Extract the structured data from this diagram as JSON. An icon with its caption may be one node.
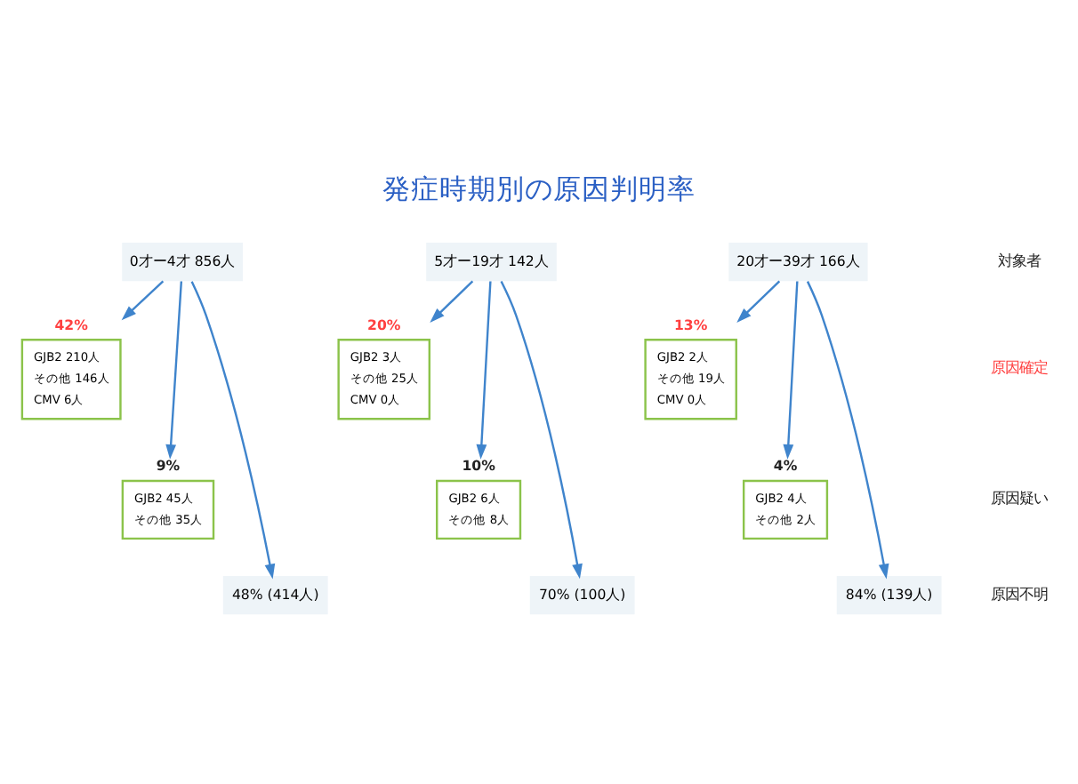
{
  "diagram": {
    "title": "発症時期別の原因判明率",
    "nodes": [
      {
        "text": [
          "0才ー4才 856人"
        ]
      },
      {
        "text": [
          "5才ー19才 142人"
        ]
      },
      {
        "text": [
          "20才ー39才 166人"
        ]
      },
      {
        "text": [
          "GJB2 210人",
          "その他 146人",
          "CMV 6人"
        ],
        "beside": [
          "42%"
        ]
      },
      {
        "text": [
          "GJB2 3人",
          "その他 25人",
          "CMV 0人"
        ],
        "beside": [
          "20%"
        ]
      },
      {
        "text": [
          "GJB2 2人",
          "その他 19人",
          "CMV 0人"
        ],
        "beside": [
          "13%"
        ]
      },
      {
        "text": [
          "GJB2 45人",
          "その他 35人"
        ],
        "beside": [
          "9%"
        ]
      },
      {
        "text": [
          "GJB2 6人",
          "その他 8人"
        ],
        "beside": [
          "10%"
        ]
      },
      {
        "text": [
          "GJB2 4人",
          "その他 2人"
        ],
        "beside": [
          "4%"
        ]
      },
      {
        "text": [
          "48% (414人)"
        ]
      },
      {
        "text": [
          "70% (100人)"
        ]
      },
      {
        "text": [
          "84% (139人)"
        ]
      }
    ],
    "edges": [
      {
        "from": 0,
        "to": 3,
        "arrow": "to"
      },
      {
        "from": 0,
        "to": 6,
        "arrow": "to"
      },
      {
        "from": 0,
        "to": 9,
        "arrow": "to"
      },
      {
        "from": 1,
        "to": 4,
        "arrow": "to"
      },
      {
        "from": 1,
        "to": 7,
        "arrow": "to"
      },
      {
        "from": 1,
        "to": 10,
        "arrow": "to"
      },
      {
        "from": 2,
        "to": 5,
        "arrow": "to"
      },
      {
        "from": 2,
        "to": 8,
        "arrow": "to"
      },
      {
        "from": 2,
        "to": 11,
        "arrow": "to"
      }
    ],
    "labels": [
      "対象者",
      "原因確定",
      "原因疑い",
      "原因不明"
    ]
  }
}
